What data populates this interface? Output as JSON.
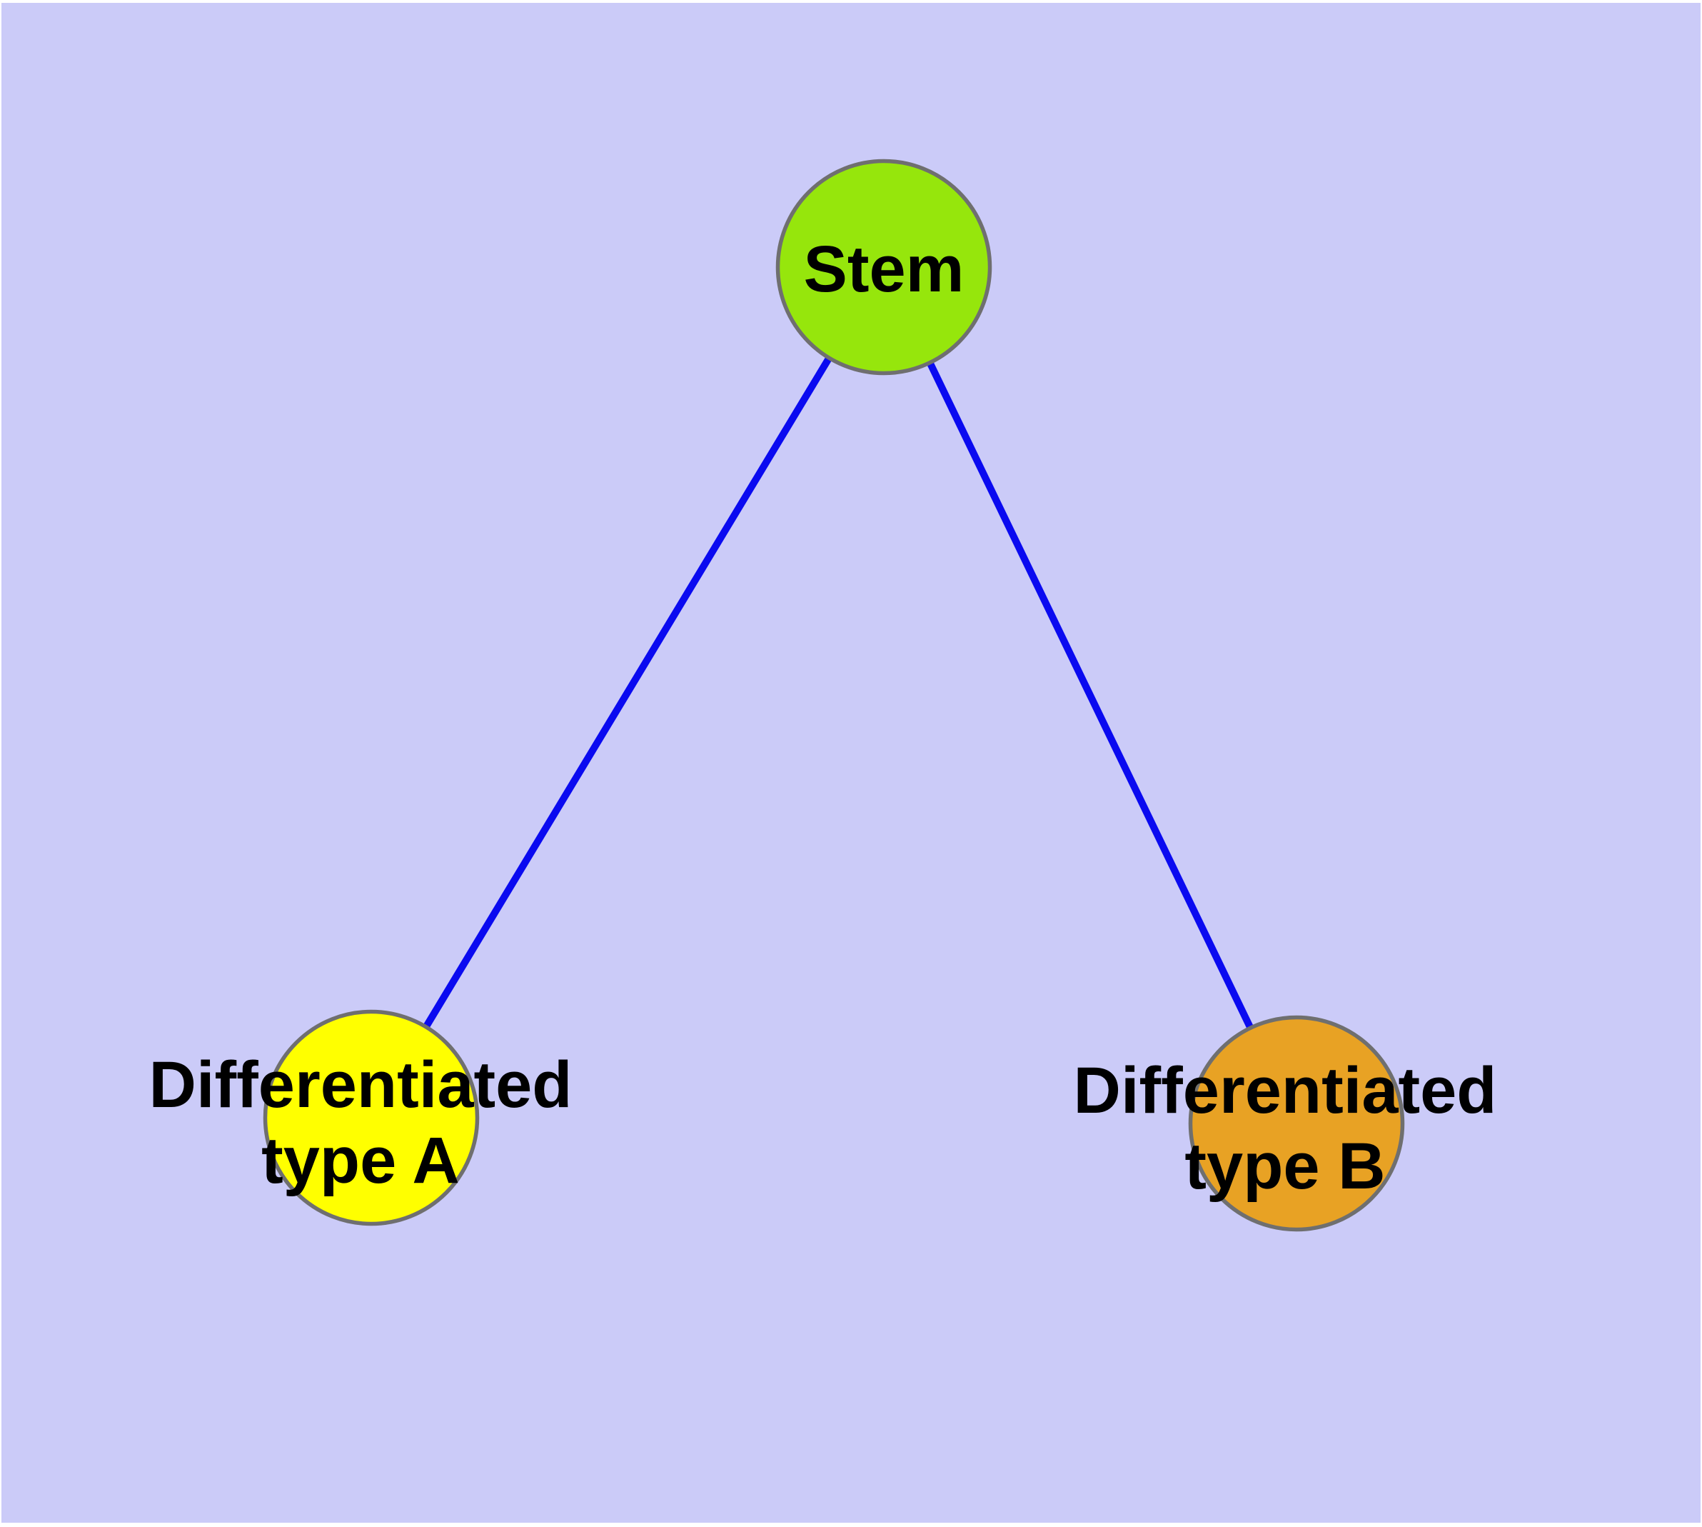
{
  "figure": {
    "page_color": "#ffffff",
    "background_color": "#cbcbf8",
    "label_color": "#000000",
    "nodes": [
      {
        "id": "stem",
        "label": "Stem",
        "fill": "#96e60c",
        "stroke": "#6f6f6f"
      },
      {
        "id": "differentiated-type-a",
        "label_line1": "Differentiated",
        "label_line2": "type A",
        "fill": "#ffff00",
        "stroke": "#6f6f6f"
      },
      {
        "id": "differentiated-type-b",
        "label_line1": "Differentiated",
        "label_line2": "type B",
        "fill": "#e8a224",
        "stroke": "#6f6f6f"
      }
    ],
    "edges": [
      {
        "from": "stem",
        "to": "differentiated-type-a",
        "color": "#0a0af0"
      },
      {
        "from": "stem",
        "to": "differentiated-type-b",
        "color": "#0a0af0"
      }
    ]
  }
}
